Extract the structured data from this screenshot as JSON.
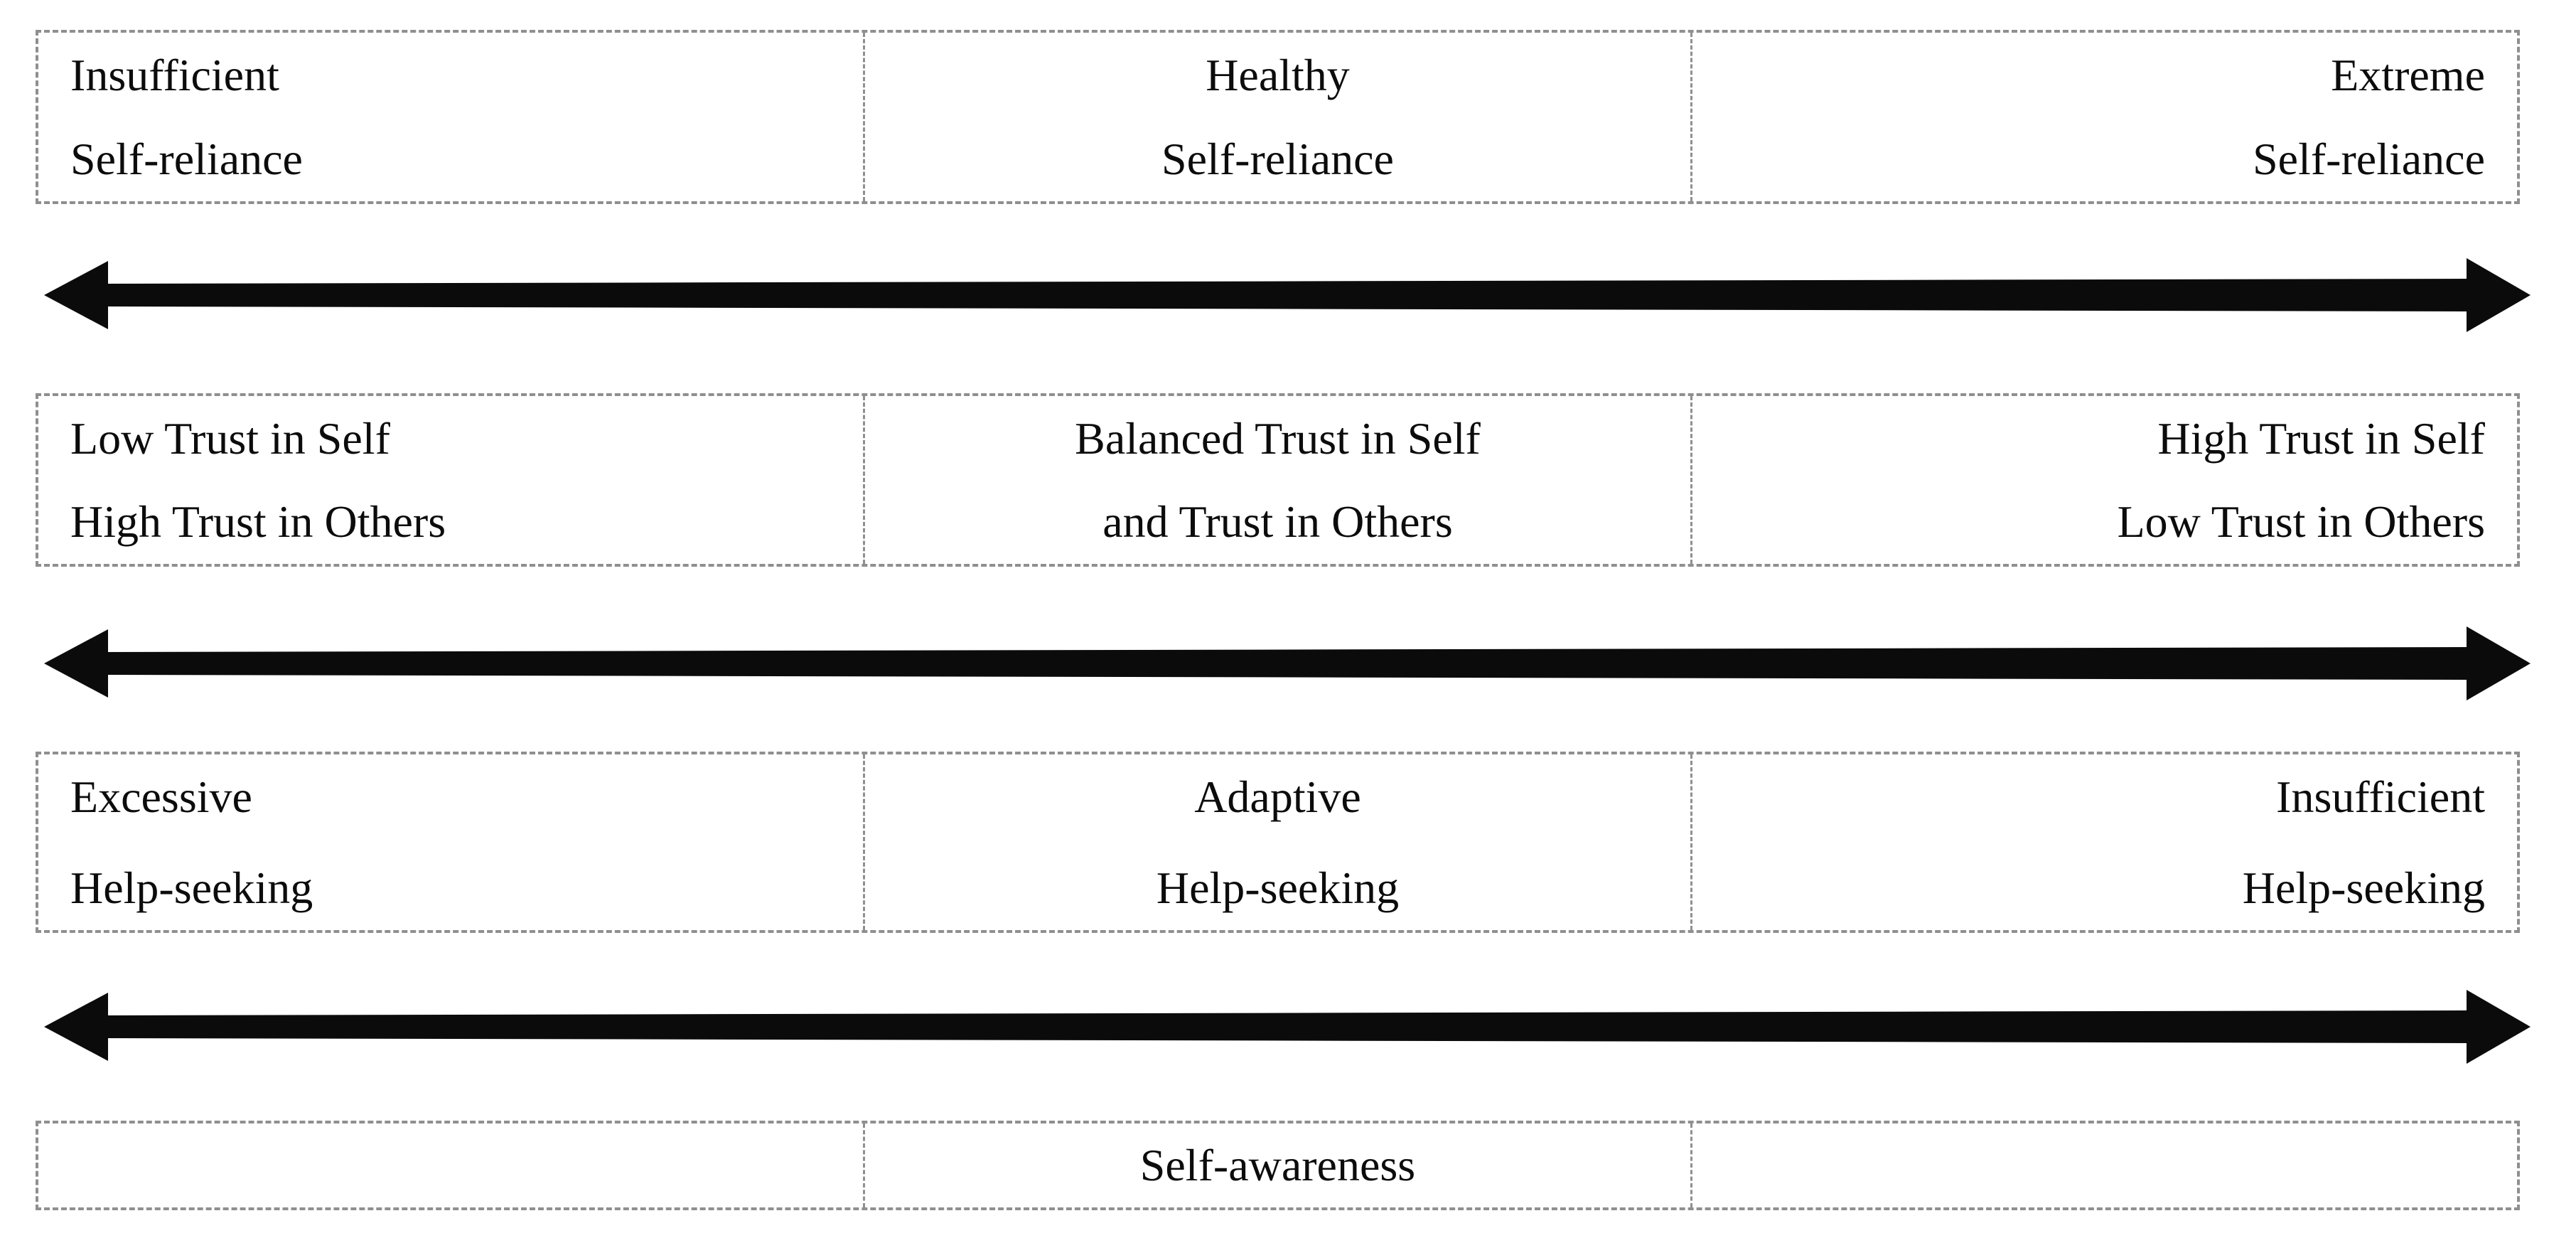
{
  "diagram": {
    "description": "Self-reliance / trust / help-seeking continuum diagram",
    "colors": {
      "background": "#ffffff",
      "text": "#0c0c0c",
      "border_dashed": "#8f8f8f",
      "arrow": "#0b0b0b"
    },
    "rows": [
      {
        "id": "self-reliance-row",
        "cells": [
          {
            "align": "left",
            "lines": [
              "Insufficient",
              "Self-reliance"
            ]
          },
          {
            "align": "center",
            "lines": [
              "Healthy",
              "Self-reliance"
            ]
          },
          {
            "align": "right",
            "lines": [
              "Extreme",
              "Self-reliance"
            ]
          }
        ]
      },
      {
        "id": "trust-row",
        "cells": [
          {
            "align": "left",
            "lines": [
              "Low Trust in Self",
              "High Trust in Others"
            ]
          },
          {
            "align": "center",
            "lines": [
              "Balanced Trust in Self",
              "and Trust in Others"
            ]
          },
          {
            "align": "right",
            "lines": [
              "High Trust in Self",
              "Low Trust in Others"
            ]
          }
        ]
      },
      {
        "id": "help-seeking-row",
        "cells": [
          {
            "align": "left",
            "lines": [
              "Excessive",
              "Help-seeking"
            ]
          },
          {
            "align": "center",
            "lines": [
              "Adaptive",
              "Help-seeking"
            ]
          },
          {
            "align": "right",
            "lines": [
              "Insufficient",
              "Help-seeking"
            ]
          }
        ]
      },
      {
        "id": "self-awareness-row",
        "cells": [
          {
            "align": "left",
            "lines": []
          },
          {
            "align": "center",
            "lines": [
              "Self-awareness"
            ]
          },
          {
            "align": "right",
            "lines": []
          }
        ]
      }
    ],
    "arrows": [
      {
        "name": "spectrum-arrow-top",
        "direction": "double-headed"
      },
      {
        "name": "spectrum-arrow-middle",
        "direction": "double-headed"
      },
      {
        "name": "spectrum-arrow-bottom",
        "direction": "double-headed"
      }
    ]
  }
}
